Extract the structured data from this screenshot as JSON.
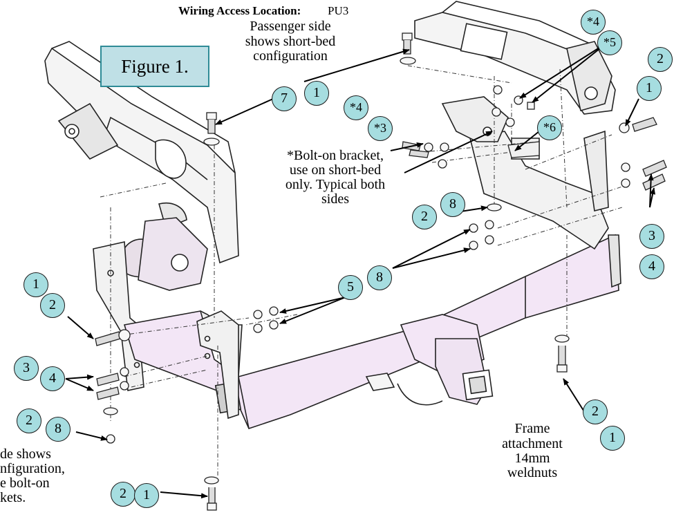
{
  "header": {
    "wiring_label": "Wiring Access Location:",
    "wiring_value": "PU3"
  },
  "figure_label": "Figure 1.",
  "notes": {
    "passenger_1": "Passenger side",
    "passenger_2": "shows short-bed",
    "passenger_3": "configuration",
    "bracket_1": "*Bolt-on bracket,",
    "bracket_2": "use on short-bed",
    "bracket_3": "only. Typical both",
    "bracket_4": "sides",
    "frame_1": "Frame",
    "frame_2": "attachment",
    "frame_3": "14mm",
    "frame_4": "weldnuts",
    "driver_1": "de shows",
    "driver_2": "nfiguration,",
    "driver_3": "e bolt-on",
    "driver_4": "kets."
  },
  "callouts": {
    "c7": "7",
    "c1a": "1",
    "c4s": "*4",
    "c5s": "*5",
    "c2r": "2",
    "c1r": "1",
    "c4sb": "*4",
    "c3s": "*3",
    "c6s": "*6",
    "c2m": "2",
    "c8m": "8",
    "c3r": "3",
    "c4r": "4",
    "c8b": "8",
    "c5b": "5",
    "c1l": "1",
    "c2l": "2",
    "c3l": "3",
    "c4l": "4",
    "c2ll": "2",
    "c8ll": "8",
    "c2f": "2",
    "c1f": "1",
    "c2bot": "2",
    "c1bot": "1"
  },
  "colors": {
    "bubble_fill": "#a6dde0",
    "figure_box_fill": "#bfe0e6",
    "hitch_tint": "#f3e6f6"
  }
}
